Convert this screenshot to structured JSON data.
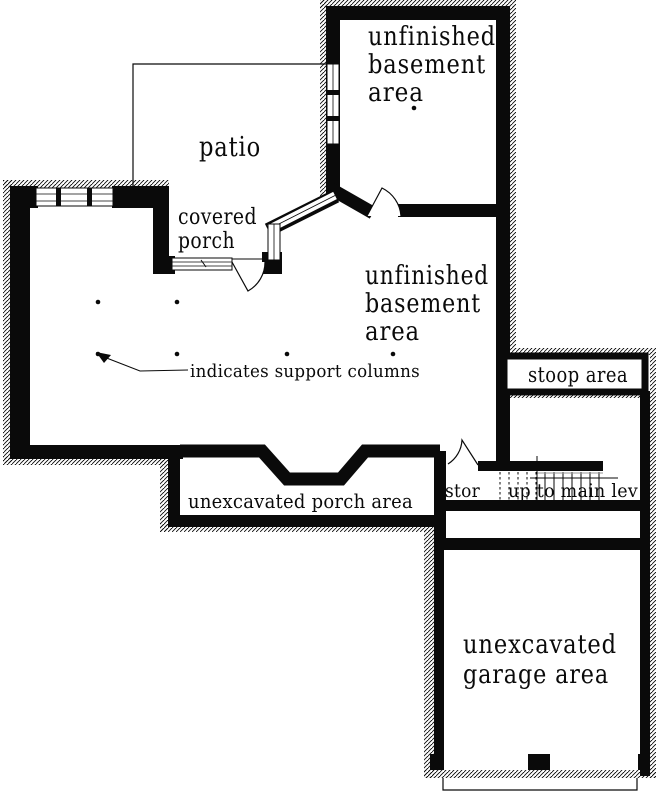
{
  "meta": {
    "drawing_type": "basement floor plan",
    "ink_color": "#0a0a0a",
    "paper_color": "#ffffff"
  },
  "labels": {
    "basement_upper": {
      "lines": [
        "unfinished",
        "basement",
        "area"
      ]
    },
    "patio": "patio",
    "covered_porch": {
      "lines": [
        "covered",
        "porch"
      ]
    },
    "basement_main": {
      "lines": [
        "unfinished",
        "basement",
        "area"
      ]
    },
    "support_note": "indicates support columns",
    "stoop": "stoop area",
    "storage": "stor",
    "stairs": "up to main lev",
    "porch_unexcavated": "unexcavated porch area",
    "garage": {
      "lines": [
        "unexcavated",
        "garage area"
      ]
    }
  },
  "support_columns": {
    "count": 7
  }
}
